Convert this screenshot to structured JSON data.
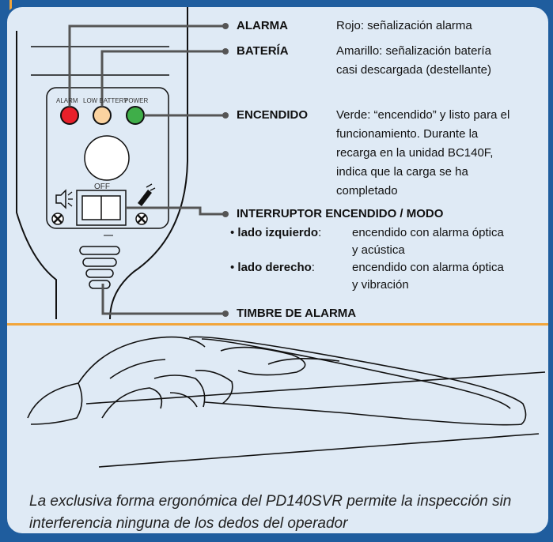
{
  "device": {
    "alarm_led_label": "ALARM",
    "low_battery_led_label": "LOW BATTERY",
    "power_led_label": "POWER",
    "switch_label": "OFF",
    "colors": {
      "alarm": "#e8202a",
      "battery": "#fbd3a0",
      "power": "#3fae49"
    }
  },
  "legend": [
    {
      "key": "alarma",
      "title": "ALARMA",
      "desc": "Rojo: señalización alarma"
    },
    {
      "key": "bateria",
      "title": "BATERÍA",
      "desc_lines": [
        "Amarillo: señalización batería",
        "casi descargada (destellante)"
      ]
    },
    {
      "key": "encendido",
      "title": "ENCENDIDO",
      "desc_lines": [
        "Verde: “encendido” y listo para el",
        "funcionamiento. Durante la",
        "recarga en la unidad BC140F,",
        "indica que la carga se ha",
        "completado"
      ]
    }
  ],
  "switch_section": {
    "title": "INTERRUPTOR ENCENDIDO / MODO",
    "left_label": "lado izquierdo",
    "left_desc_lines": [
      "encendido con alarma óptica",
      "y acústica"
    ],
    "right_label": "lado derecho",
    "right_desc_lines": [
      "encendido con alarma óptica",
      "y vibración"
    ]
  },
  "buzzer": {
    "title": "TIMBRE DE ALARMA"
  },
  "caption": "La exclusiva forma ergonómica del PD140SVR permite la inspección sin interferencia ninguna de los dedos del operador"
}
